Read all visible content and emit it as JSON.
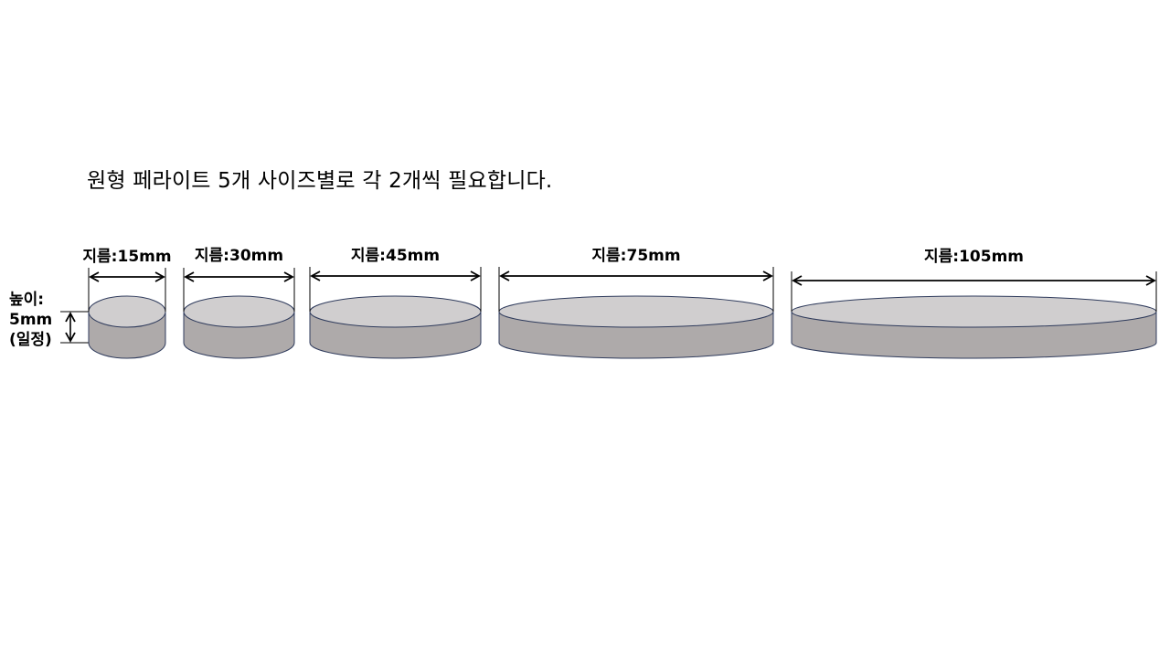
{
  "headline": "원형 페라이트 5개 사이즈별로 각 2개씩 필요합니다.",
  "height_note": {
    "line1": "높이:",
    "line2": "5mm",
    "line3": "(일정)"
  },
  "disks": [
    {
      "label": "지름:15mm",
      "diameter_mm": 15
    },
    {
      "label": "지름:30mm",
      "diameter_mm": 30
    },
    {
      "label": "지름:45mm",
      "diameter_mm": 45
    },
    {
      "label": "지름:75mm",
      "diameter_mm": 75
    },
    {
      "label": "지름:105mm",
      "diameter_mm": 105
    }
  ],
  "colors": {
    "top_face": "#d0cecf",
    "side_face": "#aeaaaa",
    "outline": "#2f3b5c",
    "dimension_line": "#000000"
  }
}
